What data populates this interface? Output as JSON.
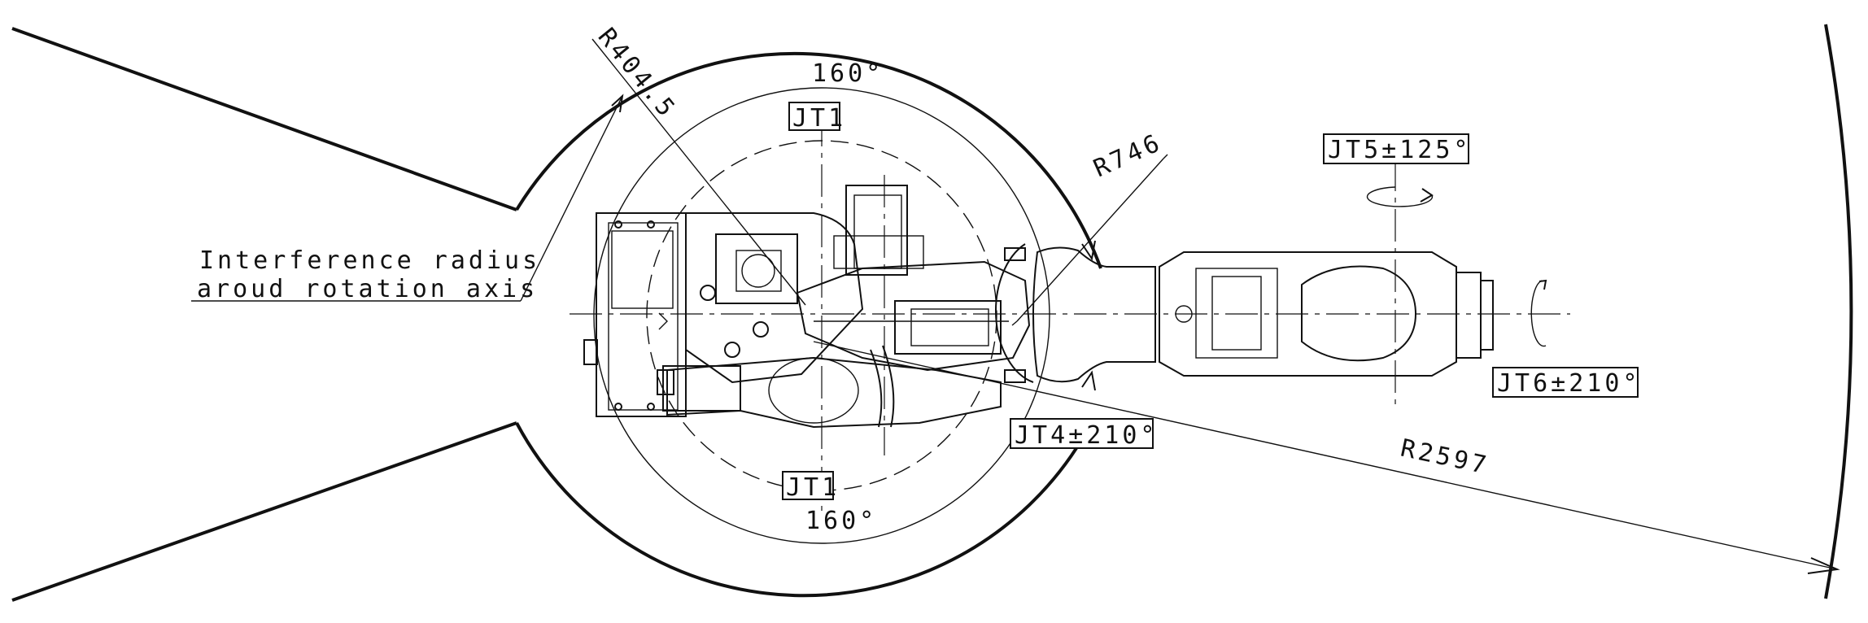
{
  "labels": {
    "interference_line1": "Interference radius",
    "interference_line2": "aroud rotation axis",
    "r404": "R404.5",
    "r746": "R746",
    "r2597": "R2597",
    "jt1_top_angle": "160°",
    "jt1_top": "JT1",
    "jt1_bottom": "JT1",
    "jt1_bottom_angle": "160°",
    "jt4": "JT4±210°",
    "jt5": "JT5±125°",
    "jt6": "JT6±210°"
  },
  "colors": {
    "ink": "#111111",
    "paper": "#ffffff"
  }
}
